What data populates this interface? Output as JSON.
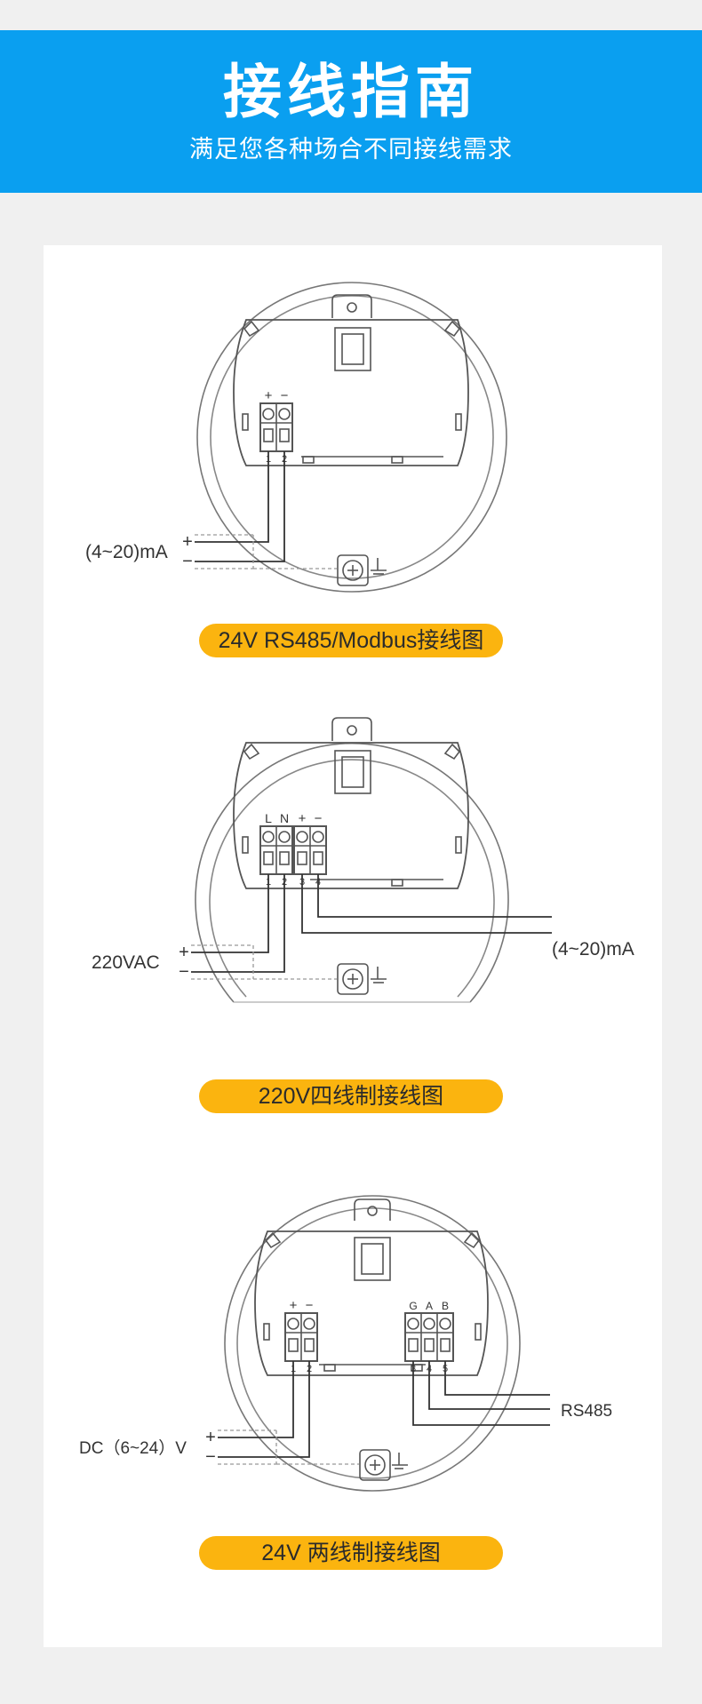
{
  "header": {
    "title": "接线指南",
    "subtitle": "满足您各种场合不同接线需求"
  },
  "diagrams": [
    {
      "terminal_marks": [
        "+",
        "−"
      ],
      "terminal_numbers": [
        "1",
        "2"
      ],
      "signal_label": "(4~20)mA",
      "plus": "+",
      "minus": "−",
      "caption": "24V RS485/Modbus接线图"
    },
    {
      "terminal_marks": [
        "L",
        "N",
        "+",
        "−"
      ],
      "terminal_numbers": [
        "1",
        "2",
        "3",
        "4"
      ],
      "power_label": "220VAC",
      "signal_label": "(4~20)mA",
      "plus": "+",
      "minus": "−",
      "caption": "220V四线制接线图"
    },
    {
      "left_marks": [
        "+",
        "−"
      ],
      "left_numbers": [
        "1",
        "2"
      ],
      "right_marks": [
        "G",
        "A",
        "B"
      ],
      "right_numbers": [
        "3",
        "4",
        "5"
      ],
      "power_label": "DC（6~24）V",
      "signal_label": "RS485",
      "plus": "+",
      "minus": "−",
      "caption": "24V 两线制接线图"
    }
  ],
  "colors": {
    "header_bg": "#0a9ff0",
    "caption_bg": "#fbb40f",
    "page_bg": "#f0f0f0"
  }
}
